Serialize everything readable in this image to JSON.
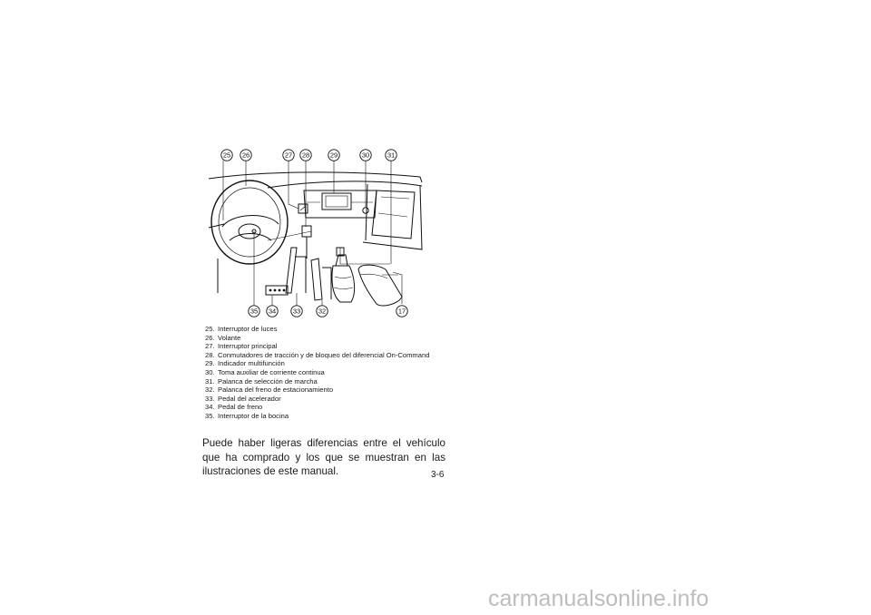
{
  "figure": {
    "callouts": [
      "25",
      "26",
      "27",
      "28",
      "29",
      "30",
      "31",
      "35",
      "34",
      "33",
      "32",
      "17"
    ]
  },
  "legend": [
    {
      "num": "25.",
      "text": "Interruptor de luces"
    },
    {
      "num": "26.",
      "text": "Volante"
    },
    {
      "num": "27.",
      "text": "Interruptor principal"
    },
    {
      "num": "28.",
      "text": "Conmutadores de tracción y de bloqueo del diferencial On-Command"
    },
    {
      "num": "29.",
      "text": "Indicador multifunción"
    },
    {
      "num": "30.",
      "text": "Toma auxiliar de corriente continua"
    },
    {
      "num": "31.",
      "text": "Palanca de selección de marcha"
    },
    {
      "num": "32.",
      "text": "Palanca del freno de estacionamiento"
    },
    {
      "num": "33.",
      "text": "Pedal del acelerador"
    },
    {
      "num": "34.",
      "text": "Pedal de freno"
    },
    {
      "num": "35.",
      "text": "Interruptor de la bocina"
    }
  ],
  "note": "Puede haber ligeras diferencias entre el vehículo que ha comprado y los que se muestran en las ilustraciones de este manual.",
  "page_number": "3-6",
  "watermark": "carmanualsonline.info"
}
